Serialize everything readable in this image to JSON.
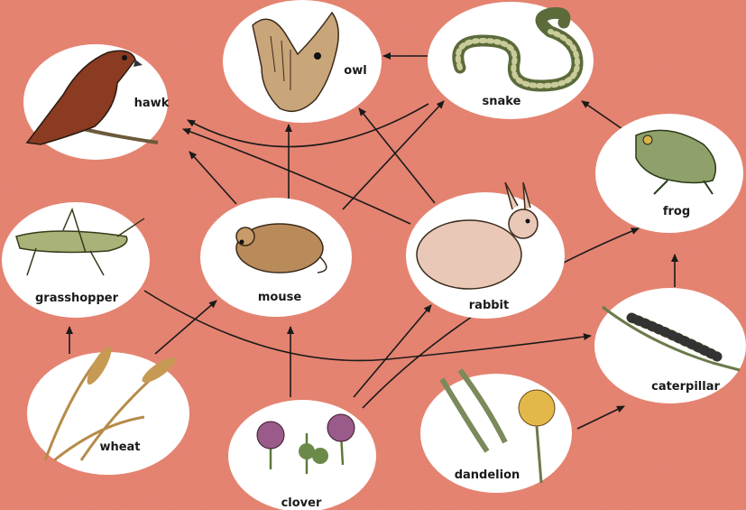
{
  "organisms": {
    "hawk": "hawk",
    "owl": "owl",
    "snake": "snake",
    "frog": "frog",
    "grasshopper": "grasshopper",
    "mouse": "mouse",
    "rabbit": "rabbit",
    "caterpillar": "caterpillar",
    "wheat": "wheat",
    "clover": "clover",
    "dandelion": "dandelion"
  },
  "colors": {
    "background": "#e98673",
    "bubble": "#ffffff",
    "arrow": "#1a1a1a"
  },
  "edges": [
    [
      "wheat",
      "grasshopper"
    ],
    [
      "wheat",
      "mouse"
    ],
    [
      "clover",
      "mouse"
    ],
    [
      "clover",
      "rabbit"
    ],
    [
      "clover",
      "frog"
    ],
    [
      "dandelion",
      "caterpillar"
    ],
    [
      "grasshopper",
      "caterpillar"
    ],
    [
      "caterpillar",
      "frog"
    ],
    [
      "frog",
      "snake"
    ],
    [
      "mouse",
      "hawk"
    ],
    [
      "mouse",
      "owl"
    ],
    [
      "mouse",
      "snake"
    ],
    [
      "rabbit",
      "hawk"
    ],
    [
      "rabbit",
      "owl"
    ],
    [
      "snake",
      "hawk"
    ],
    [
      "snake",
      "owl"
    ]
  ]
}
